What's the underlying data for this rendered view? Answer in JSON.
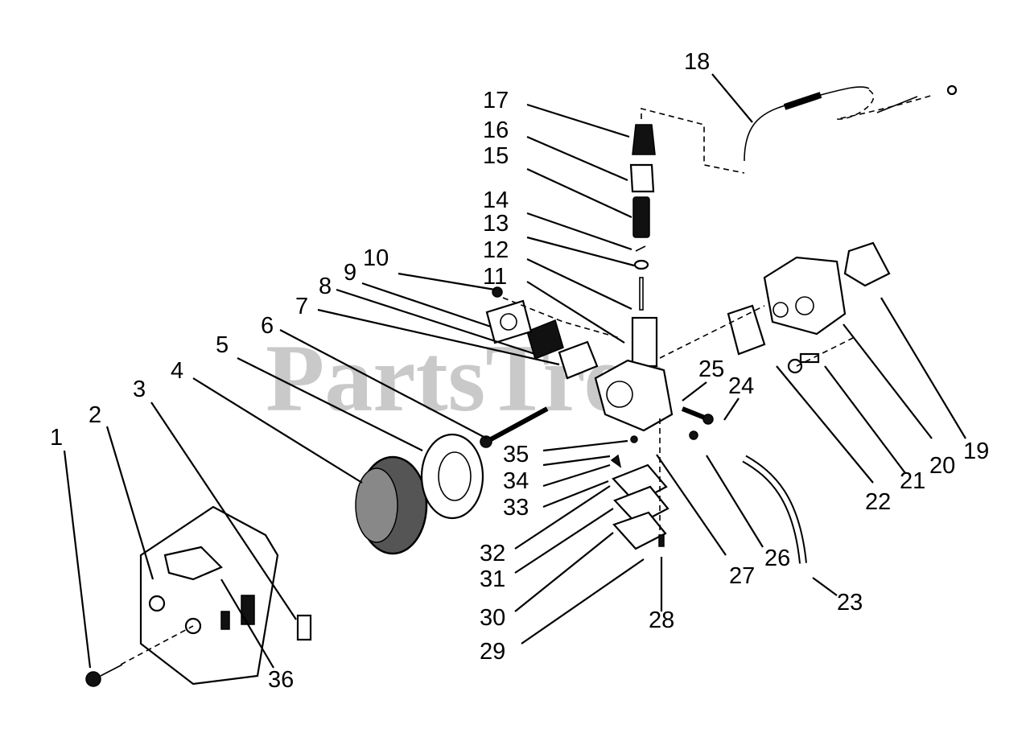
{
  "watermark": "PartsTree",
  "callouts": [
    "1",
    "2",
    "3",
    "4",
    "5",
    "6",
    "7",
    "8",
    "9",
    "10",
    "11",
    "12",
    "13",
    "14",
    "15",
    "16",
    "17",
    "18",
    "19",
    "20",
    "21",
    "22",
    "23",
    "24",
    "25",
    "26",
    "27",
    "28",
    "29",
    "30",
    "31",
    "32",
    "33",
    "34",
    "35",
    "36"
  ]
}
